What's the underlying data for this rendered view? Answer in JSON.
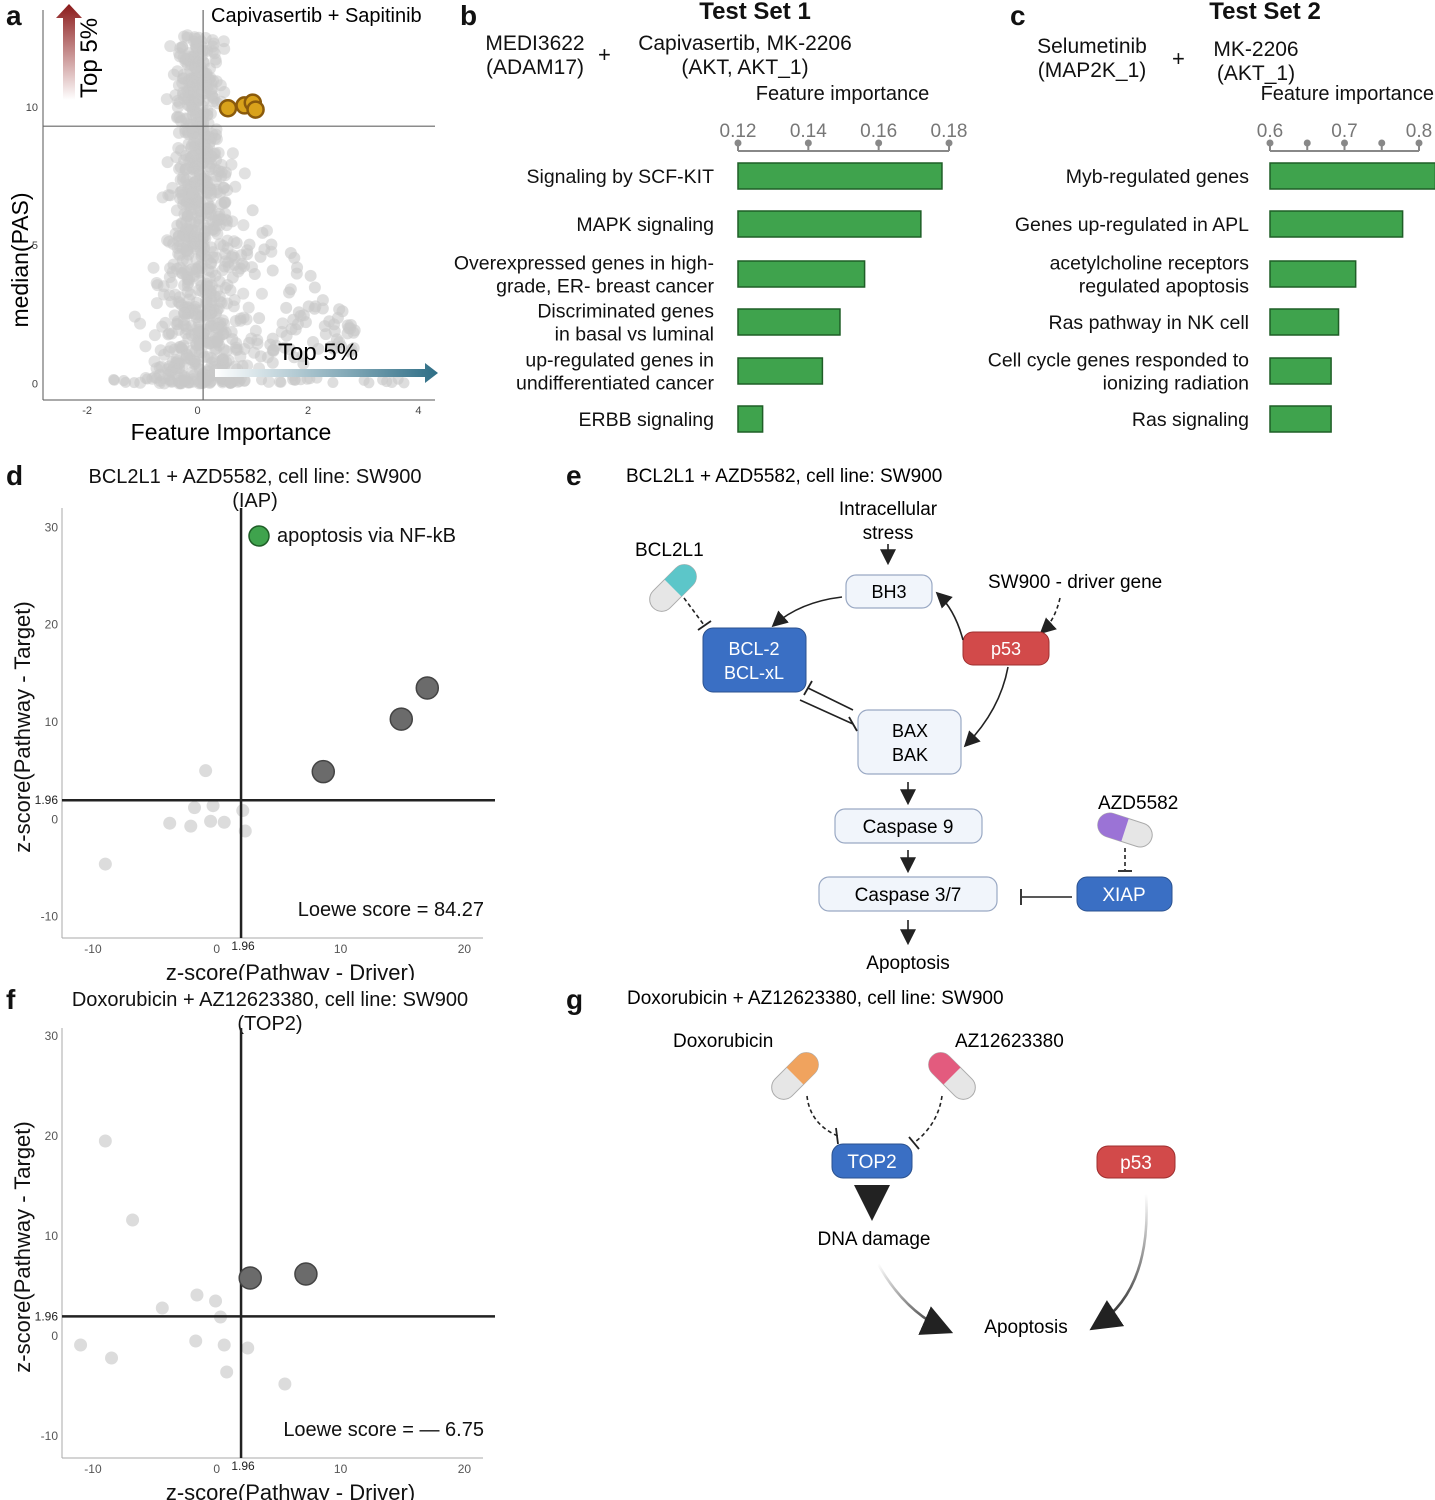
{
  "panel_letters": {
    "a": "a",
    "b": "b",
    "c": "c",
    "d": "d",
    "e": "e",
    "f": "f",
    "g": "g"
  },
  "chart_data": [
    {
      "id": "a",
      "type": "scatter",
      "title": "Capivasertib + Sapitinib",
      "xlabel": "Feature Importance",
      "ylabel": "median(PAS)",
      "xlim": [
        -2.8,
        4.3
      ],
      "ylim": [
        -0.6,
        13.5
      ],
      "x_ticks": [
        -2,
        0,
        2,
        4
      ],
      "y_ticks": [
        0,
        5,
        10
      ],
      "threshold_x": 0.1,
      "threshold_y": 9.3,
      "arrow_labels": {
        "up": "Top 5%",
        "right": "Top 5%"
      },
      "colors": {
        "points": "#c8c8c8",
        "highlight": "#d9a21b",
        "highlight_edge": "#8a5a0c",
        "up_arrow": "#8b1a1a",
        "right_arrow": "#2e6e86"
      },
      "highlight_points": [
        [
          0.55,
          9.95
        ],
        [
          0.85,
          10.05
        ],
        [
          1.0,
          10.15
        ],
        [
          1.05,
          9.9
        ]
      ],
      "point_cloud_note": "dense cloud of gray points around x≈0"
    },
    {
      "id": "b",
      "type": "bar",
      "title": "Test Set 1",
      "drug1": "MEDI3622\n(ADAM17)",
      "plus": "+",
      "drug2": "Capivasertib, MK-2206\n(AKT, AKT_1)",
      "xlabel": "Feature importance",
      "xlim": [
        0.12,
        0.18
      ],
      "x_ticks": [
        "0.12",
        "0.14",
        "0.16",
        "0.18"
      ],
      "categories": [
        "Signaling by SCF-KIT",
        "MAPK signaling",
        "Overexpressed genes in high-\ngrade, ER- breast cancer",
        "Discriminated genes\nin basal vs luminal",
        "up-regulated genes in\nundifferentiated cancer",
        "ERBB signaling"
      ],
      "values": [
        0.178,
        0.172,
        0.156,
        0.149,
        0.144,
        0.127
      ],
      "color": "#3fa34d"
    },
    {
      "id": "c",
      "type": "bar",
      "title": "Test Set 2",
      "drug1": "Selumetinib\n(MAP2K_1)",
      "plus": "+",
      "drug2": "MK-2206\n(AKT_1)",
      "xlabel": "Feature importance",
      "xlim": [
        0.6,
        0.8
      ],
      "x_ticks": [
        "0.6",
        "0.7",
        "0.8"
      ],
      "minor_ticks": [
        0.65,
        0.75
      ],
      "categories": [
        "Myb-regulated genes",
        "Genes up-regulated in APL",
        "acetylcholine receptors\nregulated apoptosis",
        "Ras pathway in NK cell",
        "Cell cycle genes responded to\nionizing radiation",
        "Ras signaling"
      ],
      "values": [
        0.822,
        0.778,
        0.715,
        0.692,
        0.682,
        0.682
      ],
      "color": "#3fa34d"
    },
    {
      "id": "d",
      "type": "scatter",
      "title": "BCL2L1 + AZD5582, cell line: SW900\n(IAP)",
      "xlabel": "z-score(Pathway - Driver)",
      "ylabel": "z-score(Pathway - Target)",
      "xlim": [
        -12.5,
        21.5
      ],
      "ylim": [
        -12.2,
        32
      ],
      "x_ticks": [
        "-10",
        "0",
        "10",
        "20"
      ],
      "y_ticks": [
        "-10",
        "0",
        "10",
        "20",
        "30"
      ],
      "extra_x_tick": "1.96",
      "extra_y_tick": "1.96",
      "legend": "apoptosis via NF-kB",
      "legend_color": "#3fa34d",
      "annotation": "Loewe score = 84.27",
      "highlight_points": [
        [
          8.6,
          4.9
        ],
        [
          14.9,
          10.3
        ],
        [
          17.0,
          13.5
        ]
      ],
      "light_points": [
        [
          -0.9,
          5.0
        ],
        [
          -1.8,
          1.2
        ],
        [
          -0.3,
          1.4
        ],
        [
          -0.5,
          -0.2
        ],
        [
          0.6,
          -0.3
        ],
        [
          -2.1,
          -0.7
        ],
        [
          -3.8,
          -0.4
        ],
        [
          2.1,
          0.9
        ],
        [
          2.3,
          -1.2
        ],
        [
          -9.0,
          -4.6
        ]
      ],
      "colors": {
        "highlight": "#6b6b6b",
        "light": "#dcdcdc"
      }
    },
    {
      "id": "f",
      "type": "scatter",
      "title": "Doxorubicin + AZ12623380, cell line: SW900\n(TOP2)",
      "xlabel": "z-score(Pathway - Driver)",
      "ylabel": "z-score(Pathway - Target)",
      "xlim": [
        -12.5,
        21.5
      ],
      "ylim": [
        -12.2,
        30.8
      ],
      "x_ticks": [
        "-10",
        "0",
        "10",
        "20"
      ],
      "y_ticks": [
        "-10",
        "0",
        "10",
        "20",
        "30"
      ],
      "extra_x_tick": "1.96",
      "extra_y_tick": "1.96",
      "annotation": "Loewe score = — 6.75",
      "highlight_points": [
        [
          2.7,
          5.8
        ],
        [
          7.2,
          6.2
        ]
      ],
      "light_points": [
        [
          -9.0,
          19.5
        ],
        [
          -6.8,
          11.6
        ],
        [
          -4.4,
          2.8
        ],
        [
          -1.6,
          4.1
        ],
        [
          -0.1,
          3.5
        ],
        [
          0.3,
          1.9
        ],
        [
          -1.7,
          -0.5
        ],
        [
          0.6,
          -0.9
        ],
        [
          2.5,
          -1.2
        ],
        [
          -11.0,
          -0.9
        ],
        [
          -8.5,
          -2.2
        ],
        [
          0.8,
          -3.6
        ],
        [
          5.5,
          -4.8
        ]
      ],
      "colors": {
        "highlight": "#6b6b6b",
        "light": "#dcdcdc"
      }
    }
  ],
  "diagram_e": {
    "title": "BCL2L1 + AZD5582, cell line: SW900",
    "stress": "Intracellular\nstress",
    "bcl2l1": "BCL2L1",
    "bh3": "BH3",
    "sw900": "SW900 - driver gene",
    "bcl2": "BCL-2\nBCL-xL",
    "p53": "p53",
    "bax": "BAX\nBAK",
    "casp9": "Caspase 9",
    "azd": "AZD5582",
    "casp37": "Caspase 3/7",
    "xiap": "XIAP",
    "apoptosis": "Apoptosis",
    "colors": {
      "blue": "#3a6fc4",
      "red": "#d24a4a",
      "light": "#f1f5fb",
      "teal": "#5cc6c9",
      "purple": "#9b73d6"
    }
  },
  "diagram_g": {
    "title": "Doxorubicin + AZ12623380, cell line: SW900",
    "doxo": "Doxorubicin",
    "az": "AZ12623380",
    "top2": "TOP2",
    "p53": "p53",
    "dna": "DNA damage",
    "apoptosis": "Apoptosis",
    "colors": {
      "blue": "#3a6fc4",
      "red": "#d24a4a",
      "orange": "#f0a35e",
      "pink": "#e35b7e"
    }
  }
}
